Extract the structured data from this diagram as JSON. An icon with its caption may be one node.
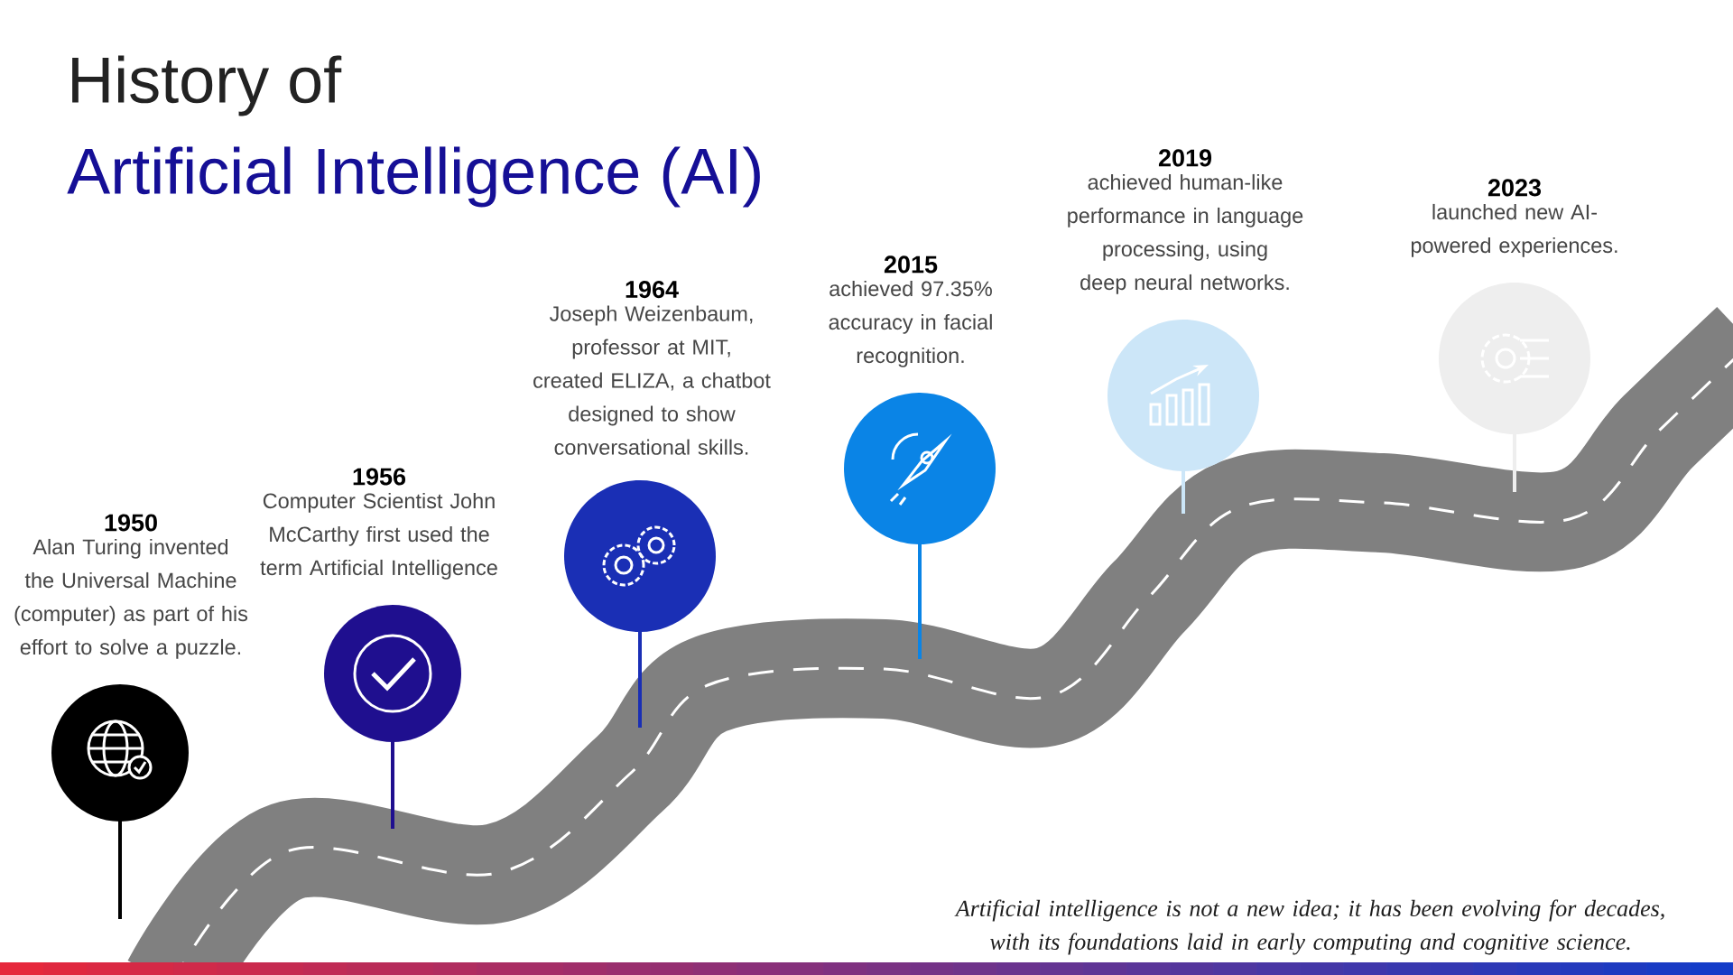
{
  "diagram": {
    "title": "History of",
    "caption": "Artificial intelligence is not a new idea; it has been evolving for decades, with its foundations laid in early computing and cognitive science.",
    "nodes": [
      {
        "text": [
          "1950",
          "Alan Turing invented the Universal Machine (computer) as part of his effort to solve a puzzle."
        ]
      },
      {
        "text": [
          "1956",
          "Computer Scientist John McCarthy first used the term Artificial Intelligence"
        ]
      },
      {
        "text": [
          "1964",
          "Joseph Weizenbaum, professor at MIT, created ELIZA, a chatbot designed to show conversational skills."
        ]
      },
      {
        "text": [
          "2015",
          "achieved 97.35% accuracy in facial recognition."
        ]
      },
      {
        "text": [
          "2019",
          "achieved human-like performance in language processing, using deep neural networks."
        ]
      },
      {
        "text": [
          "2023",
          "launched new AI-powered experiences."
        ]
      }
    ],
    "labels": [
      "Artificial Intelligence (AI)"
    ]
  }
}
